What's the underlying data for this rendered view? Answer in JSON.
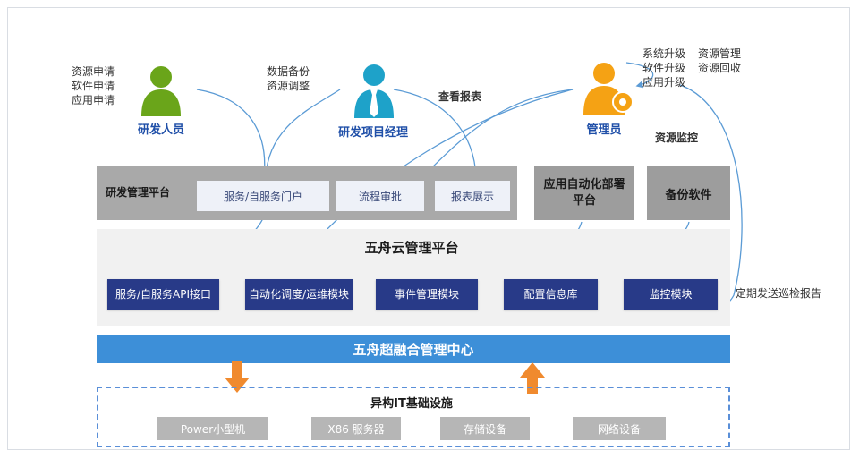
{
  "roles": {
    "developer": {
      "label": "研发人员",
      "notes": [
        "资源申请",
        "软件申请",
        "应用申请"
      ]
    },
    "pm": {
      "label": "研发项目经理",
      "notes": [
        "数据备份",
        "资源调整"
      ]
    },
    "admin": {
      "label": "管理员",
      "notes_left": [
        "系统升级",
        "软件升级",
        "应用升级"
      ],
      "notes_right": [
        "资源管理",
        "资源回收"
      ]
    }
  },
  "annotations": {
    "view_report": "查看报表",
    "resource_monitor": "资源监控",
    "periodic_report": "定期发送巡检报告"
  },
  "rd_platform": {
    "label": "研发管理平台",
    "items": [
      "服务/自服务门户",
      "流程审批",
      "报表展示"
    ]
  },
  "app_deploy": "应用自动化部署平台",
  "backup": "备份软件",
  "cloud": {
    "title": "五舟云管理平台",
    "modules": [
      "服务/自服务API接口",
      "自动化调度/运维模块",
      "事件管理模块",
      "配置信息库",
      "监控模块"
    ]
  },
  "hci": "五舟超融合管理中心",
  "infra": {
    "title": "异构IT基础设施",
    "items": [
      "Power小型机",
      "X86 服务器",
      "存储设备",
      "网络设备"
    ]
  },
  "colors": {
    "navy": "#283a88",
    "blue_bar": "#3d8fd8",
    "arrow_orange": "#f08a2e",
    "person_green": "#6aa51a",
    "person_teal": "#1ea2c9",
    "person_orange": "#f5a214",
    "curve_blue": "#5b9bd5"
  }
}
